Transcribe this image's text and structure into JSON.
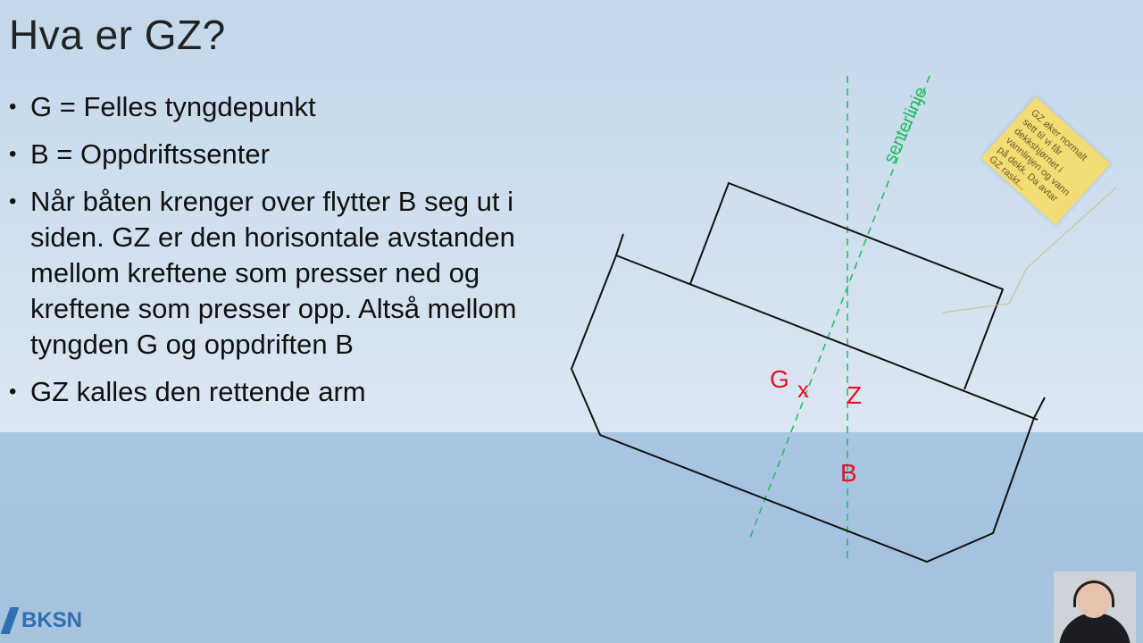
{
  "slide": {
    "title": "Hva er GZ?",
    "bullets": [
      "G = Felles tyngdepunkt",
      "B = Oppdriftssenter",
      "Når båten krenger over flytter B seg ut i siden. GZ er den horisontale avstanden mellom kreftene som presser ned og kreftene som presser opp. Altså mellom tyngden G og oppdriften B",
      "GZ kalles den rettende arm"
    ]
  },
  "diagram": {
    "centerline_label": "senterlinje",
    "label_g": "G",
    "label_x": "x",
    "label_z": "Z",
    "label_b": "B",
    "colors": {
      "labels": "#e8102a",
      "guide_lines": "#1fbf5a",
      "hull": "#111111",
      "water": "#a8c4e0",
      "sky": "#d2e1ef"
    }
  },
  "note": {
    "text": "GZ øker normalt sett til vi får dekkshjørnet i vannlinjen og vann på dekk. Da avtar GZ raskt..."
  },
  "branding": {
    "logo_text": "BKSN"
  },
  "webcam": {
    "icon": "presenter-webcam"
  }
}
